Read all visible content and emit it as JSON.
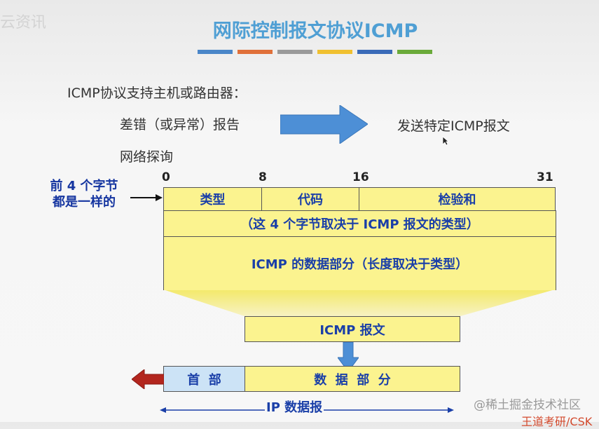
{
  "header": {
    "title": "网际控制报文协议ICMP",
    "bar_colors": [
      "#4a86c8",
      "#e0703a",
      "#9a9a9a",
      "#f0c030",
      "#3a6ab8",
      "#6aaa3a"
    ],
    "watermark_logo": "云资讯"
  },
  "content": {
    "intro": "ICMP协议支持主机或路由器：",
    "item1": "差错（或异常）报告",
    "item2": "网络探询",
    "result": "发送特定ICMP报文"
  },
  "diagram": {
    "note_line1": "前 4 个字节",
    "note_line2": "都是一样的",
    "bit_labels": [
      "0",
      "8",
      "16",
      "31"
    ],
    "fields": {
      "type": "类型",
      "code": "代码",
      "checksum": "检验和"
    },
    "row2": "（这 4 个字节取决于 ICMP 报文的类型）",
    "row3": "ICMP 的数据部分（长度取决于类型）",
    "icmp_message": "ICMP 报文",
    "ip_header": "首  部",
    "ip_data": "数  据  部  分",
    "ip_datagram": "IP 数据报",
    "colors": {
      "box_fill": "#fbf38f",
      "text_blue": "#1a3fa8",
      "arrow_blue": "#4d8fd6",
      "ip_header_fill": "#cce3f6",
      "arrow_red": "#b3261e"
    }
  },
  "watermark": {
    "site": "@稀土掘金技术社区",
    "author": "王道考研/CSK"
  }
}
